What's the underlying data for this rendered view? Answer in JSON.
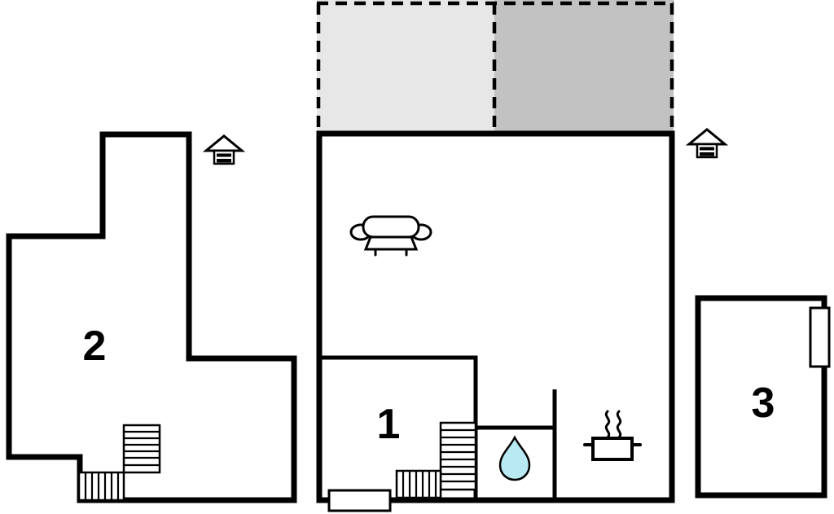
{
  "plan": {
    "type": "floor-plan",
    "rooms": [
      {
        "label": "1"
      },
      {
        "label": "2"
      },
      {
        "label": "3"
      }
    ],
    "icons": [
      "sofa-icon",
      "water-drop-icon",
      "cooking-pot-icon",
      "steam-icon",
      "house-vent-icon",
      "stairs-icon",
      "radiator-icon"
    ],
    "colors": {
      "wall": "#000000",
      "background": "#ffffff",
      "terrace_light": "#e7e7e7",
      "terrace_dark": "#c2c2c2",
      "water": "#b9e9f2"
    }
  }
}
